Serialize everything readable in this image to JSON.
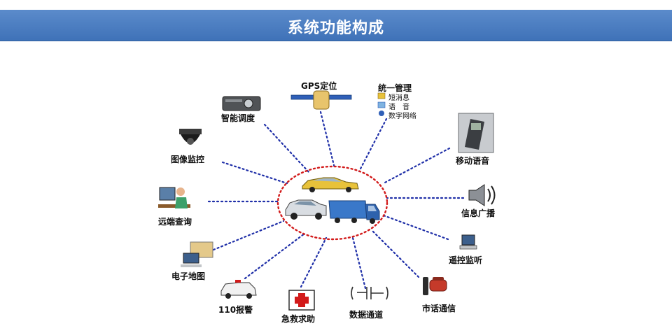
{
  "header": {
    "title": "系统功能构成"
  },
  "center": {
    "icons": [
      "taxi-icon",
      "sedan-icon",
      "truck-icon"
    ]
  },
  "nodes": {
    "gps": "GPS定位",
    "unified": "统一管理",
    "unified_items": [
      "短消息",
      "语　音",
      "数字网络"
    ],
    "dispatch": "智能调度",
    "image_monitor": "图像监控",
    "mobile_voice": "移动语音",
    "remote_query": "远端查询",
    "broadcast": "信息广播",
    "e_map": "电子地图",
    "remote_monitor": "遥控监听",
    "police": "110报警",
    "emergency": "急救求助",
    "data_channel": "数据通道",
    "phone": "市话通信"
  },
  "colors": {
    "banner": "#4a7cc0",
    "dotted_line": "#1f2fa8",
    "ellipse": "#d21a1a"
  }
}
